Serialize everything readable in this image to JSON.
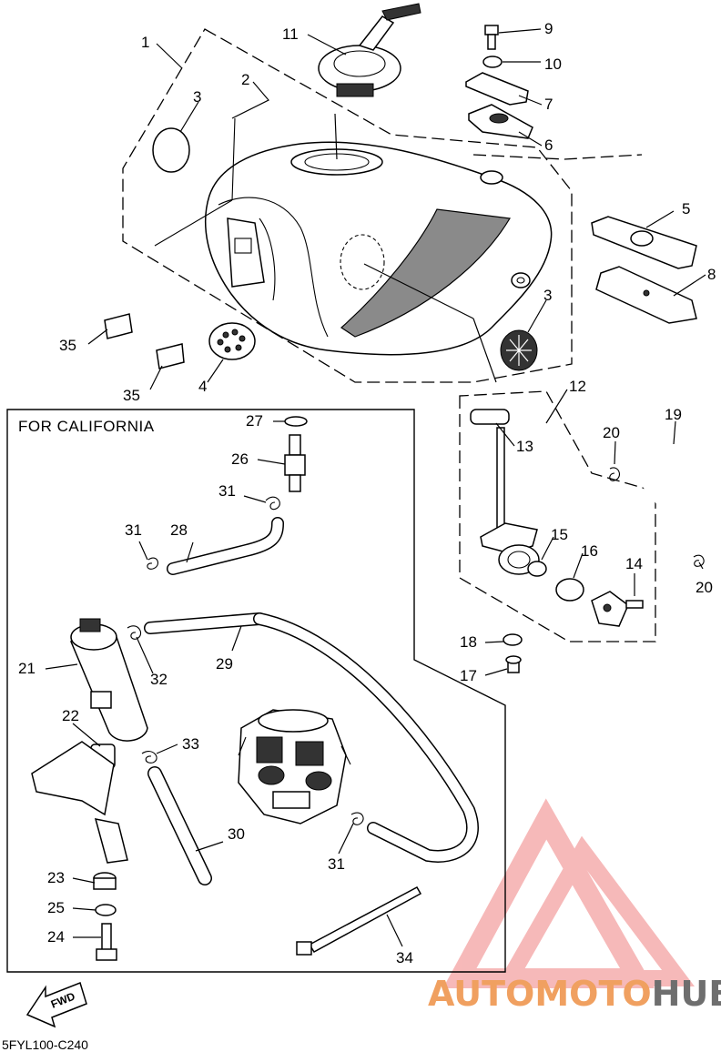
{
  "california_label": "FOR CALIFORNIA",
  "diagram_code": "5FYL100-C240",
  "fwd_label": "FWD",
  "watermark": {
    "part1": "AUTO",
    "part2": "MOTO",
    "part3": "HUB"
  },
  "callouts": [
    {
      "id": "c1",
      "text": "1"
    },
    {
      "id": "c2",
      "text": "2"
    },
    {
      "id": "c3a",
      "text": "3"
    },
    {
      "id": "c3b",
      "text": "3"
    },
    {
      "id": "c4",
      "text": "4"
    },
    {
      "id": "c5",
      "text": "5"
    },
    {
      "id": "c6",
      "text": "6"
    },
    {
      "id": "c7",
      "text": "7"
    },
    {
      "id": "c8",
      "text": "8"
    },
    {
      "id": "c9",
      "text": "9"
    },
    {
      "id": "c10",
      "text": "10"
    },
    {
      "id": "c11",
      "text": "11"
    },
    {
      "id": "c12",
      "text": "12"
    },
    {
      "id": "c13",
      "text": "13"
    },
    {
      "id": "c14",
      "text": "14"
    },
    {
      "id": "c15",
      "text": "15"
    },
    {
      "id": "c16",
      "text": "16"
    },
    {
      "id": "c17",
      "text": "17"
    },
    {
      "id": "c18",
      "text": "18"
    },
    {
      "id": "c19",
      "text": "19"
    },
    {
      "id": "c20a",
      "text": "20"
    },
    {
      "id": "c20b",
      "text": "20"
    },
    {
      "id": "c21",
      "text": "21"
    },
    {
      "id": "c22",
      "text": "22"
    },
    {
      "id": "c23",
      "text": "23"
    },
    {
      "id": "c24",
      "text": "24"
    },
    {
      "id": "c25",
      "text": "25"
    },
    {
      "id": "c26",
      "text": "26"
    },
    {
      "id": "c27",
      "text": "27"
    },
    {
      "id": "c28",
      "text": "28"
    },
    {
      "id": "c29",
      "text": "29"
    },
    {
      "id": "c30",
      "text": "30"
    },
    {
      "id": "c31a",
      "text": "31"
    },
    {
      "id": "c31b",
      "text": "31"
    },
    {
      "id": "c31c",
      "text": "31"
    },
    {
      "id": "c32",
      "text": "32"
    },
    {
      "id": "c33",
      "text": "33"
    },
    {
      "id": "c34",
      "text": "34"
    },
    {
      "id": "c35a",
      "text": "35"
    },
    {
      "id": "c35b",
      "text": "35"
    }
  ]
}
